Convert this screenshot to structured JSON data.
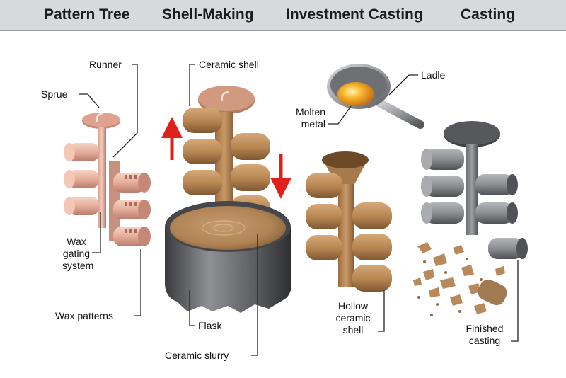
{
  "header": {
    "stages": [
      "Pattern Tree",
      "Shell-Making",
      "Investment Casting",
      "Casting"
    ]
  },
  "labels": {
    "runner": "Runner",
    "sprue": "Sprue",
    "wax_gating": [
      "Wax",
      "gating",
      "system"
    ],
    "wax_patterns": "Wax patterns",
    "ceramic_shell": "Ceramic shell",
    "flask": "Flask",
    "ceramic_slurry": "Ceramic slurry",
    "ladle": "Ladle",
    "molten_metal": [
      "Molten",
      "metal"
    ],
    "hollow_shell": [
      "Hollow",
      "ceramic",
      "shell"
    ],
    "finished_casting": [
      "Finished",
      "casting"
    ]
  },
  "colors": {
    "header_bg": "#d7d9dc",
    "wax": "#e8b4a4",
    "wax_dark": "#b97c6c",
    "ceramic": "#b98a55",
    "ceramic_dark": "#7a5530",
    "metal": "#8a8c90",
    "metal_dark": "#4a4c50",
    "arrow_red": "#e0201a",
    "molten": "#f5a21c"
  }
}
